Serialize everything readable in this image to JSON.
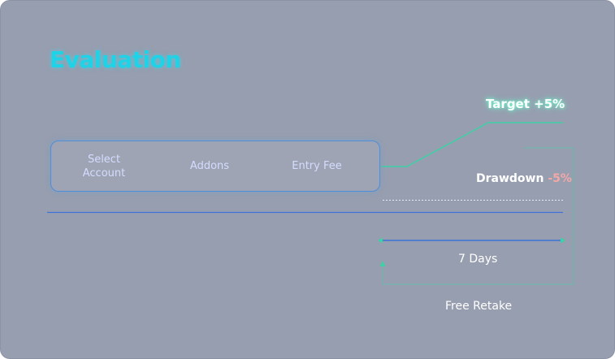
{
  "title": "Evaluation",
  "steps": [
    {
      "label": "Select Account"
    },
    {
      "label": "Addons"
    },
    {
      "label": "Entry Fee"
    }
  ],
  "diagram": {
    "target_label": "Target +5%",
    "drawdown_label": "Drawdown",
    "drawdown_value": "-5%",
    "duration_label": "7 Days",
    "retake_label": "Free Retake"
  },
  "colors": {
    "title": "#1fd2e6",
    "target_line": "#3fd1a6",
    "baseline": "#3d72d8",
    "drawdown_value": "#f3a8a8",
    "background": "#979eaf"
  }
}
